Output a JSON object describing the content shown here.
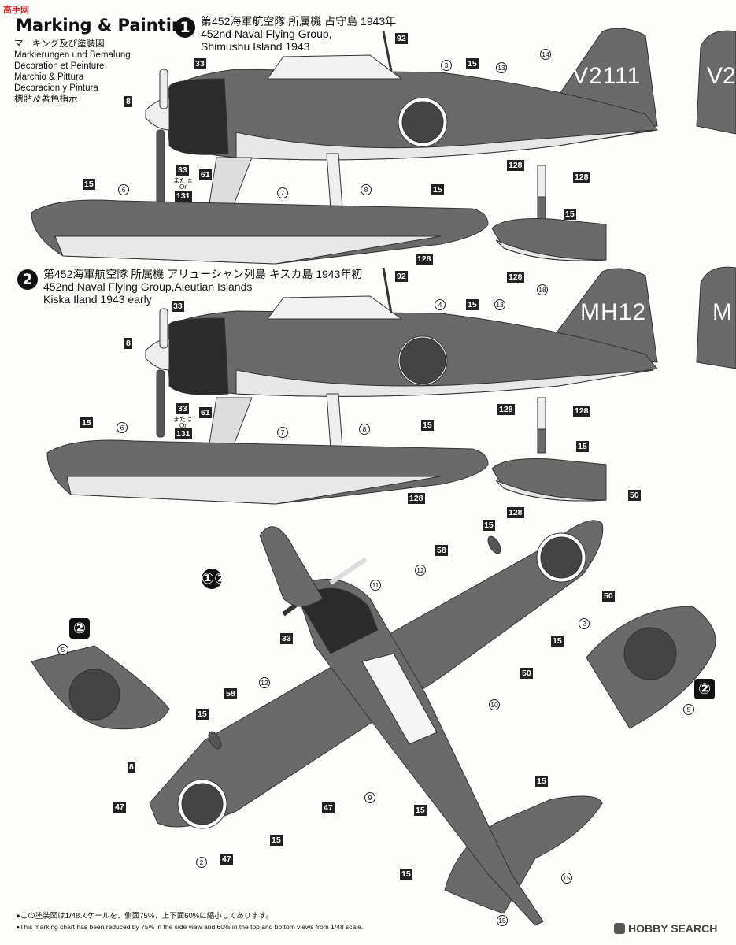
{
  "header": {
    "watermark_logo": "高手网",
    "title": "Marking & Painting",
    "subtitles": [
      "マーキング及び塗装図",
      "Markierungen und Bemalung",
      "Decoration et Peinture",
      "Marchio & Pittura",
      "Decoracion y Pintura",
      "標貼及著色指示"
    ]
  },
  "scheme1": {
    "badge": "1",
    "line1": "第452海軍航空隊 所属機 占守島 1943年",
    "line2": "452nd Naval Flying Group,",
    "line3": "Shimushu Island 1943",
    "tail_code": "V2111"
  },
  "scheme2": {
    "badge": "2",
    "line1": "第452海軍航空隊 所属機 アリューシャン列島 キスカ島 1943年初",
    "line2": "452nd Naval Flying Group,Aleutian Islands",
    "line3": "Kiska Iland 1943 early",
    "tail_code": "MH12"
  },
  "labels": {
    "or_jp": "または",
    "or_en": "Or",
    "c12": "①②",
    "c2": "②"
  },
  "colors": {
    "paint_dark": "#6a6a6a",
    "paint_light": "#e9e9e9",
    "cowl": "#2b2b2b",
    "hinomaru": "#444444"
  },
  "footer": {
    "note_jp": "●この塗装図は1/48スケールを、側面75%、上下面60%に縮小してあります。",
    "note_en": "●This marking chart has been reduced by 75% in the side view and 60% in the top and bottom views from 1/48 scale.",
    "brand": "HOBBY SEARCH"
  }
}
